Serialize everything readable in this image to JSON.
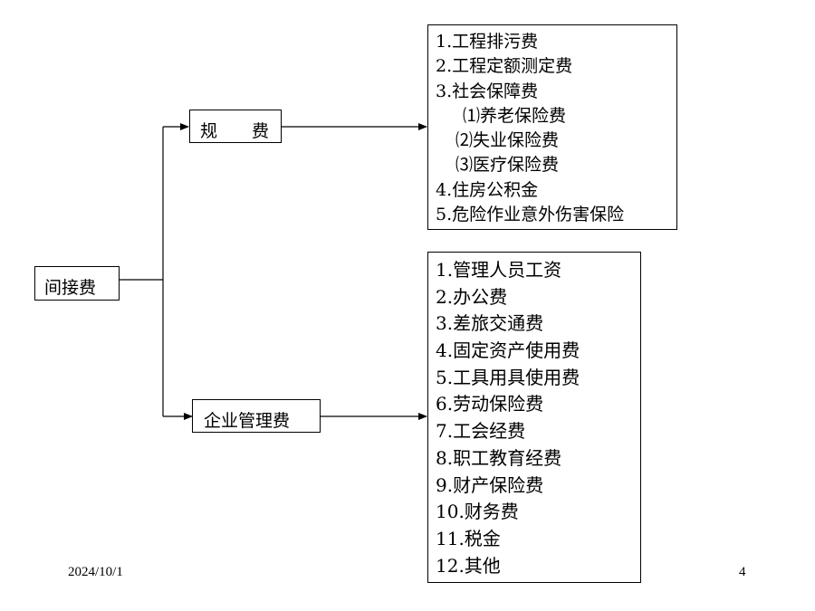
{
  "root": {
    "label": "间接费"
  },
  "branch_top": {
    "label": "规　　费"
  },
  "branch_bottom": {
    "label": "企业管理费"
  },
  "list_top": [
    "1.工程排污费",
    "2.工程定额测定费",
    "3.社会保障费",
    "⑴养老保险费",
    "⑵失业保险费",
    "⑶医疗保险费",
    "4.住房公积金",
    "5.危险作业意外伤害保险"
  ],
  "list_bottom": [
    "1.管理人员工资",
    "2.办公费",
    "3.差旅交通费",
    "4.固定资产使用费",
    "5.工具用具使用费",
    "6.劳动保险费",
    "7.工会经费",
    "8.职工教育经费",
    "9.财产保险费",
    "10.财务费",
    "11.税金",
    "12.其他"
  ],
  "footer": {
    "date": "2024/10/1",
    "page": "4"
  }
}
